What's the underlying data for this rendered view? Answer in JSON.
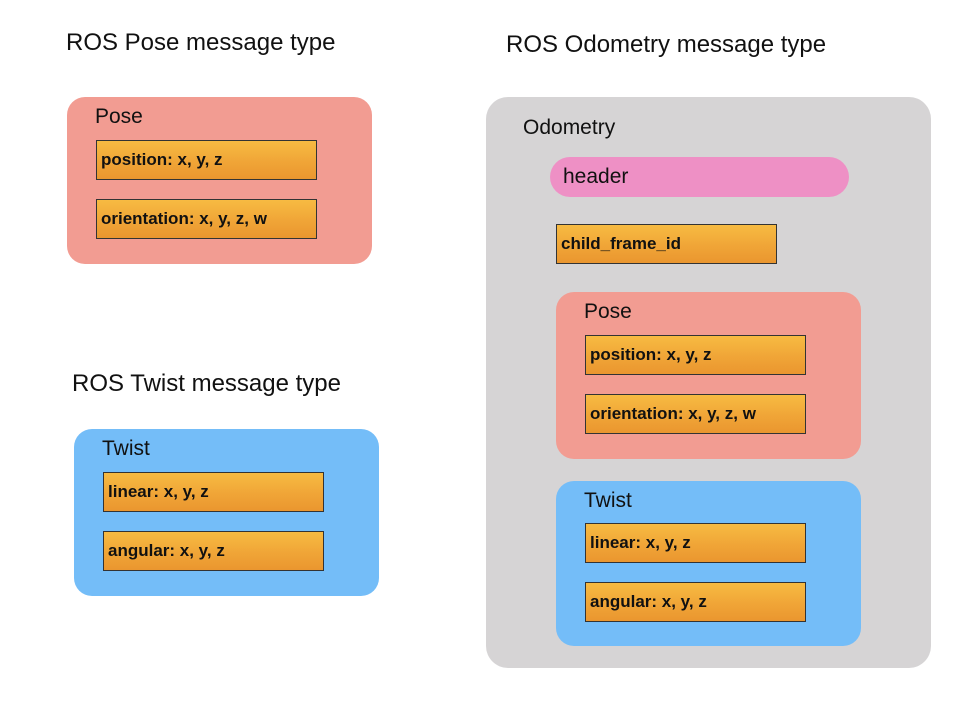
{
  "titles": {
    "pose": "ROS Pose message type",
    "twist": "ROS Twist message type",
    "odometry": "ROS Odometry message type"
  },
  "pose": {
    "label": "Pose",
    "position": "position:  x, y, z",
    "orientation": "orientation:  x, y, z, w"
  },
  "twist": {
    "label": "Twist",
    "linear": "linear:  x, y, z",
    "angular": "angular:  x, y, z"
  },
  "odometry": {
    "label": "Odometry",
    "header": "header",
    "child_frame_id": "child_frame_id",
    "pose": {
      "label": "Pose",
      "position": "position:  x, y, z",
      "orientation": "orientation:  x, y, z, w"
    },
    "twist": {
      "label": "Twist",
      "linear": "linear:  x, y, z",
      "angular": "angular:  x, y, z"
    }
  },
  "colors": {
    "pose_box": "#f29c92",
    "twist_box": "#74bdf8",
    "odometry_box": "#d6d4d5",
    "header_pill": "#ee90c5",
    "field": "#f0a537"
  }
}
